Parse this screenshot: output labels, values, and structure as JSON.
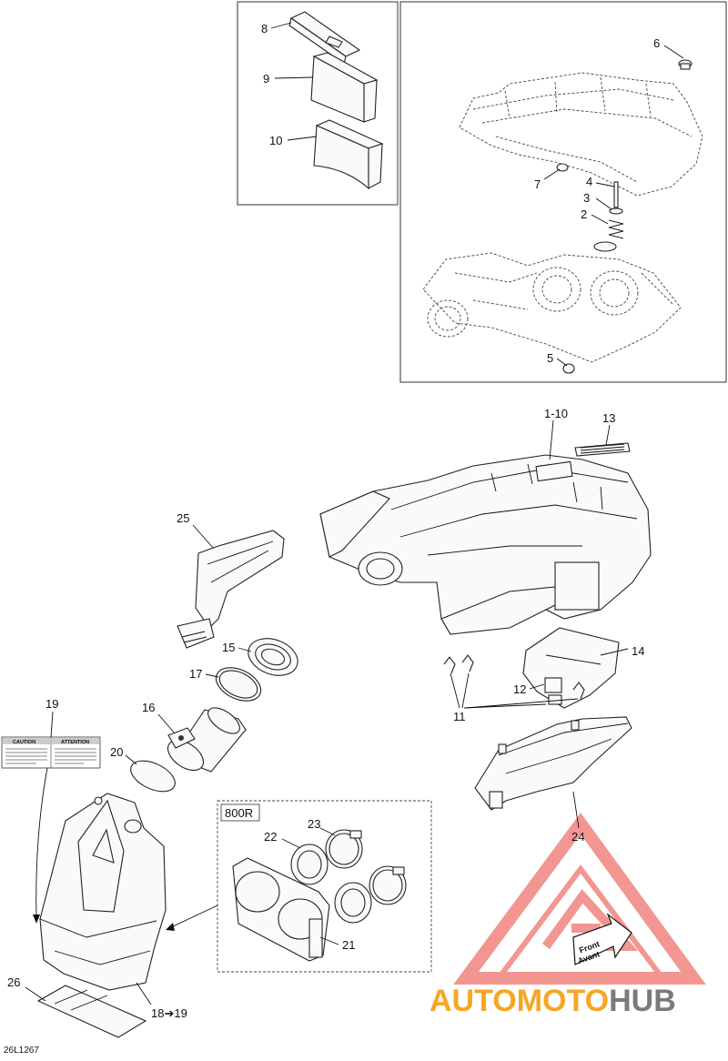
{
  "drawing_code": "26L1267",
  "callouts": {
    "c1": "1-10",
    "c2": "2",
    "c3": "3",
    "c4": "4",
    "c5": "5",
    "c6": "6",
    "c7": "7",
    "c8": "8",
    "c9": "9",
    "c10": "10",
    "c11": "11",
    "c12": "12",
    "c13": "13",
    "c14": "14",
    "c15": "15",
    "c16": "16",
    "c17": "17",
    "c18": "18➔19",
    "c19": "19",
    "c20": "20",
    "c21": "21",
    "c22": "22",
    "c23": "23",
    "c24": "24",
    "c25": "25",
    "c26": "26"
  },
  "variant_label": "800R",
  "warning_label": {
    "left_title": "CAUTION",
    "right_title": "ATTENTION"
  },
  "front_arrow": {
    "line1": "Front",
    "line2": "Avant"
  },
  "watermark": {
    "part1": "AUTO",
    "part2": "MOTO",
    "part3": "HUB"
  },
  "colors": {
    "watermark_red": "#e8423a",
    "watermark_orange": "#f5a623",
    "watermark_gray": "#7a7a7a"
  }
}
